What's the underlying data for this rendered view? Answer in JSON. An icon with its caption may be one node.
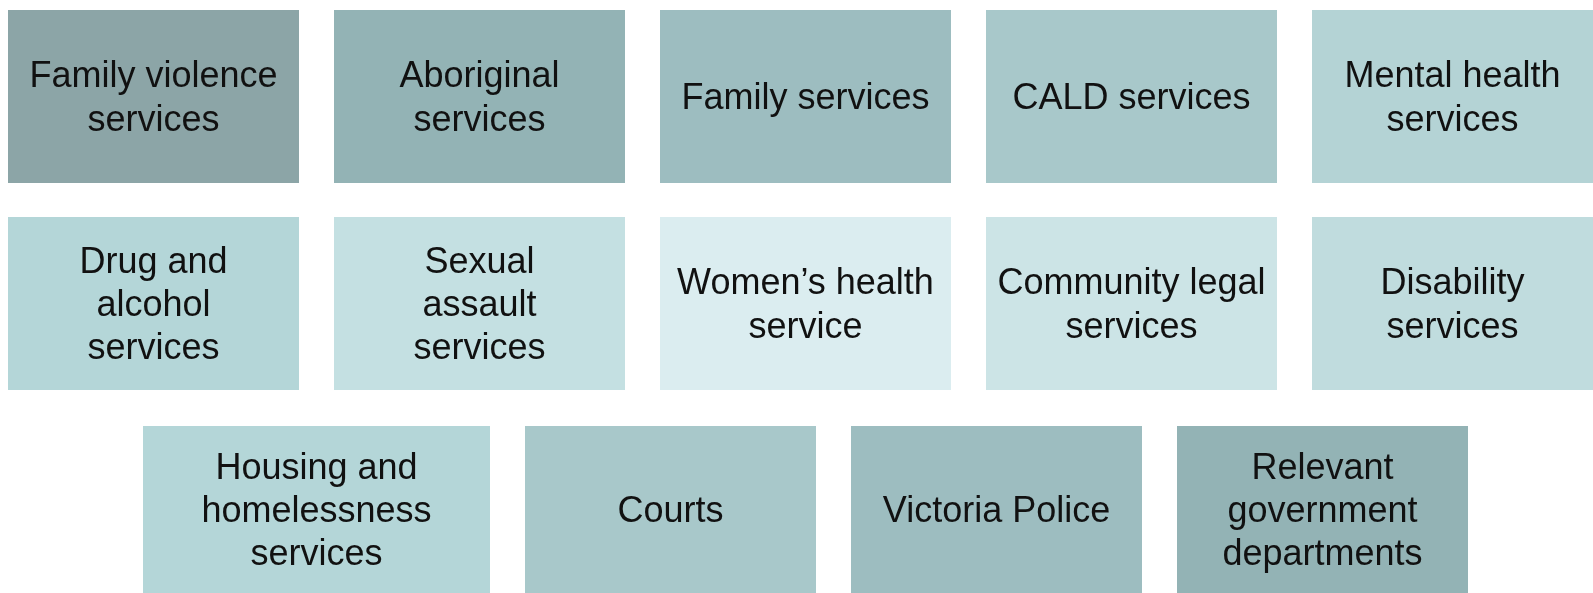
{
  "diagram": {
    "nodes": [
      {
        "text": [
          "Family violence services"
        ]
      },
      {
        "text": [
          "Aboriginal services"
        ]
      },
      {
        "text": [
          "Family services"
        ]
      },
      {
        "text": [
          "CALD services"
        ]
      },
      {
        "text": [
          "Mental health services"
        ]
      },
      {
        "text": [
          "Drug and alcohol services"
        ]
      },
      {
        "text": [
          "Sexual assault services"
        ]
      },
      {
        "text": [
          "Women’s health service"
        ]
      },
      {
        "text": [
          "Community legal services"
        ]
      },
      {
        "text": [
          "Disability services"
        ]
      },
      {
        "text": [
          "Housing and homelessness services"
        ]
      },
      {
        "text": [
          "Courts"
        ]
      },
      {
        "text": [
          "Victoria Police"
        ]
      },
      {
        "text": [
          "Relevant government departments"
        ]
      }
    ]
  }
}
